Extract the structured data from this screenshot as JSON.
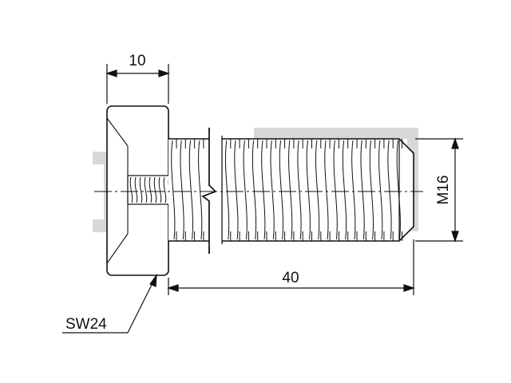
{
  "drawing": {
    "title": "",
    "dimensions": {
      "head_height": "10",
      "length": "40",
      "thread": "M16",
      "wrench_size": "SW24"
    }
  },
  "colors": {
    "line": "#111111",
    "watermark": "#d8d8d8",
    "background": "#ffffff"
  }
}
